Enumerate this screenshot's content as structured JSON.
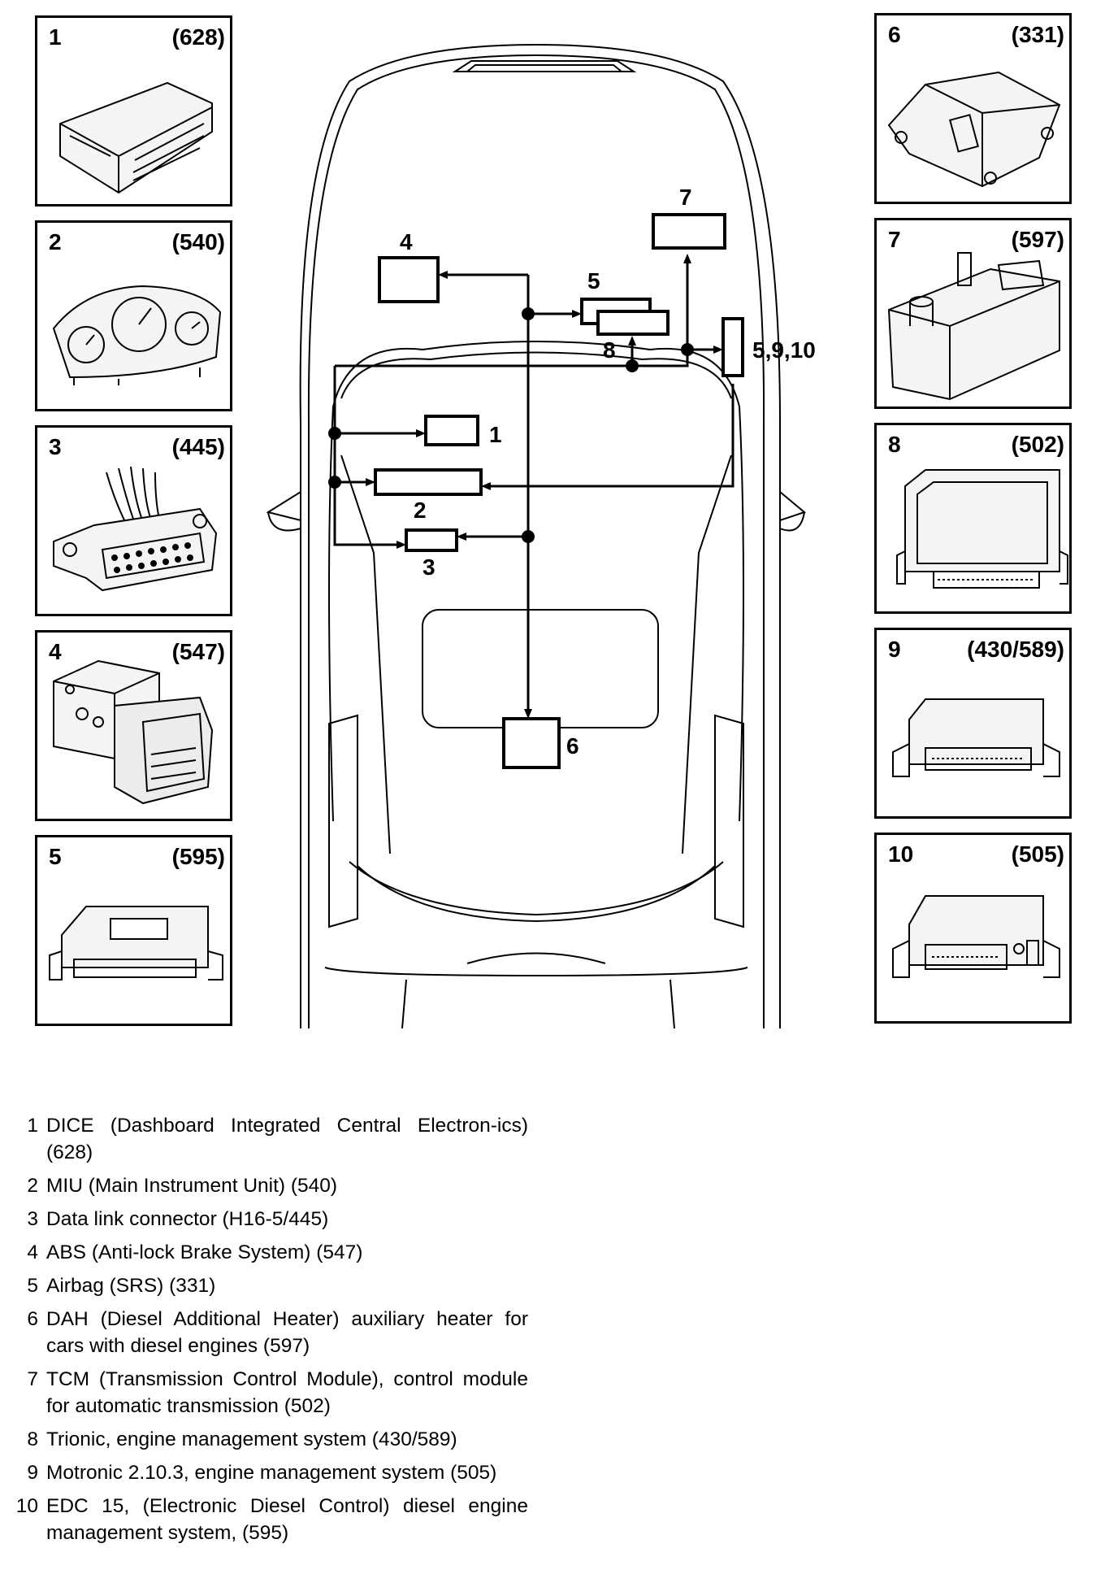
{
  "panels": [
    {
      "num": "1",
      "code": "(628)",
      "icon": "control-unit-icon"
    },
    {
      "num": "2",
      "code": "(540)",
      "icon": "instrument-cluster-icon"
    },
    {
      "num": "3",
      "code": "(445)",
      "icon": "data-link-connector-icon"
    },
    {
      "num": "4",
      "code": "(547)",
      "icon": "abs-module-icon"
    },
    {
      "num": "5",
      "code": "(595)",
      "icon": "ecu-icon"
    },
    {
      "num": "6",
      "code": "(331)",
      "icon": "airbag-module-icon"
    },
    {
      "num": "7",
      "code": "(597)",
      "icon": "heater-unit-icon"
    },
    {
      "num": "8",
      "code": "(502)",
      "icon": "ecu-icon"
    },
    {
      "num": "9",
      "code": "(430/589)",
      "icon": "ecu-icon"
    },
    {
      "num": "10",
      "code": "(505)",
      "icon": "ecu-icon"
    }
  ],
  "diagram_labels": {
    "l1": "1",
    "l2": "2",
    "l3": "3",
    "l4": "4",
    "l5": "5",
    "l6": "6",
    "l7": "7",
    "l8": "8",
    "l5910": "5,9,10"
  },
  "legend": [
    {
      "num": "1",
      "text": "DICE (Dashboard Integrated Central Electron-ics) (628)"
    },
    {
      "num": "2",
      "text": "MIU (Main Instrument Unit) (540)"
    },
    {
      "num": "3",
      "text": "Data link connector (H16-5/445)"
    },
    {
      "num": "4",
      "text": "ABS (Anti-lock Brake System) (547)"
    },
    {
      "num": "5",
      "text": "Airbag (SRS) (331)"
    },
    {
      "num": "6",
      "text": "DAH (Diesel Additional Heater) auxiliary heater for cars with diesel engines (597)"
    },
    {
      "num": "7",
      "text": "TCM (Transmission Control Module), control module for automatic transmission (502)"
    },
    {
      "num": "8",
      "text": "Trionic, engine management system (430/589)"
    },
    {
      "num": "9",
      "text": "Motronic 2.10.3, engine management system (505)"
    },
    {
      "num": "10",
      "text": "EDC 15, (Electronic Diesel Control) diesel engine management system, (595)"
    }
  ]
}
